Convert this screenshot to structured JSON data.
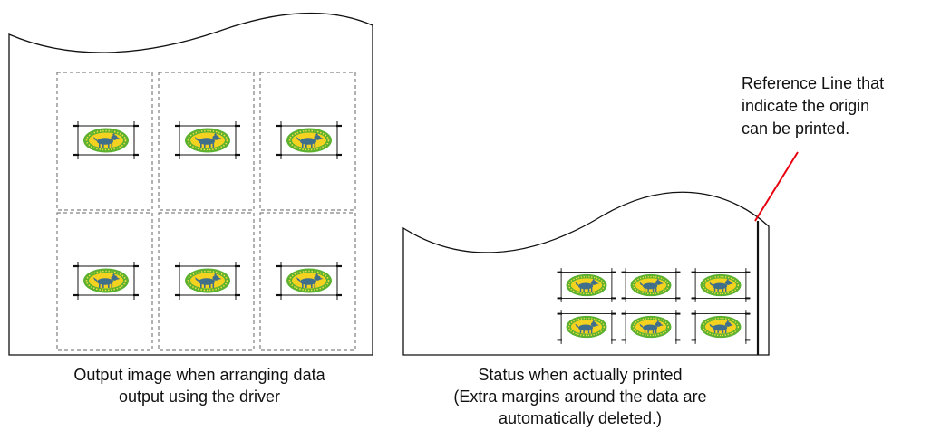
{
  "annotation": {
    "lines": [
      "Reference Line that",
      "indicate the origin",
      "can be printed."
    ]
  },
  "captions": {
    "left": [
      "Output image when arranging data",
      "output using the driver"
    ],
    "right": [
      "Status when actually printed",
      "(Extra margins around the data are",
      "automatically deleted.)"
    ]
  },
  "colors": {
    "outline": "#111111",
    "dashed": "#666666",
    "leader": "#e8000f",
    "label_fill": "#f5d21f",
    "label_ring": "#5cb130",
    "label_dots": "#f0e040",
    "animal": "#3f6f8a"
  },
  "icons": [
    "dog-label-icon"
  ]
}
